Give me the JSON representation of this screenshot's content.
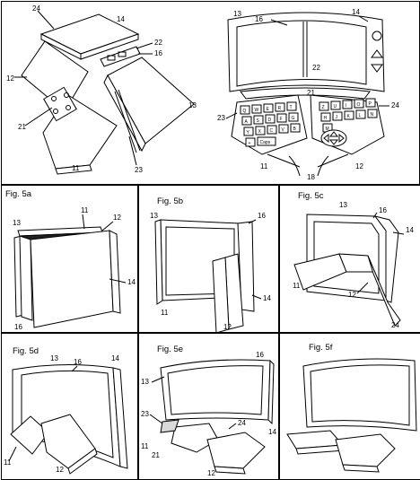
{
  "top_left": {
    "labels": [
      "24",
      "14",
      "22",
      "16",
      "12",
      "13",
      "21",
      "23",
      "11"
    ]
  },
  "top_right": {
    "labels": [
      "13",
      "16",
      "14",
      "22",
      "21",
      "23",
      "24",
      "11",
      "18",
      "12"
    ],
    "keys_left": [
      "Q",
      "W",
      "E",
      "R",
      "T",
      "A",
      "S",
      "D",
      "F",
      "G",
      "Y",
      "X",
      "C",
      "V",
      "B",
      "+",
      "Caps"
    ],
    "keys_right": [
      "Z",
      "U",
      "I",
      "O",
      "P",
      "H",
      "J",
      "K",
      "L",
      "N",
      "M"
    ]
  },
  "fig_5a": {
    "title": "Fig. 5a",
    "labels": [
      "13",
      "11",
      "12",
      "14",
      "16"
    ]
  },
  "fig_5b": {
    "title": "Fig. 5b",
    "labels": [
      "13",
      "16",
      "11",
      "12",
      "14"
    ]
  },
  "fig_5c": {
    "title": "Fig. 5c",
    "labels": [
      "13",
      "16",
      "14",
      "11",
      "12",
      "24"
    ]
  },
  "fig_5d": {
    "title": "Fig. 5d",
    "labels": [
      "13",
      "16",
      "14",
      "11",
      "12"
    ]
  },
  "fig_5e": {
    "title": "Fig. 5e",
    "labels": [
      "16",
      "13",
      "14",
      "23",
      "24",
      "11",
      "21",
      "12"
    ]
  },
  "fig_5f": {
    "title": "Fig. 5f"
  }
}
